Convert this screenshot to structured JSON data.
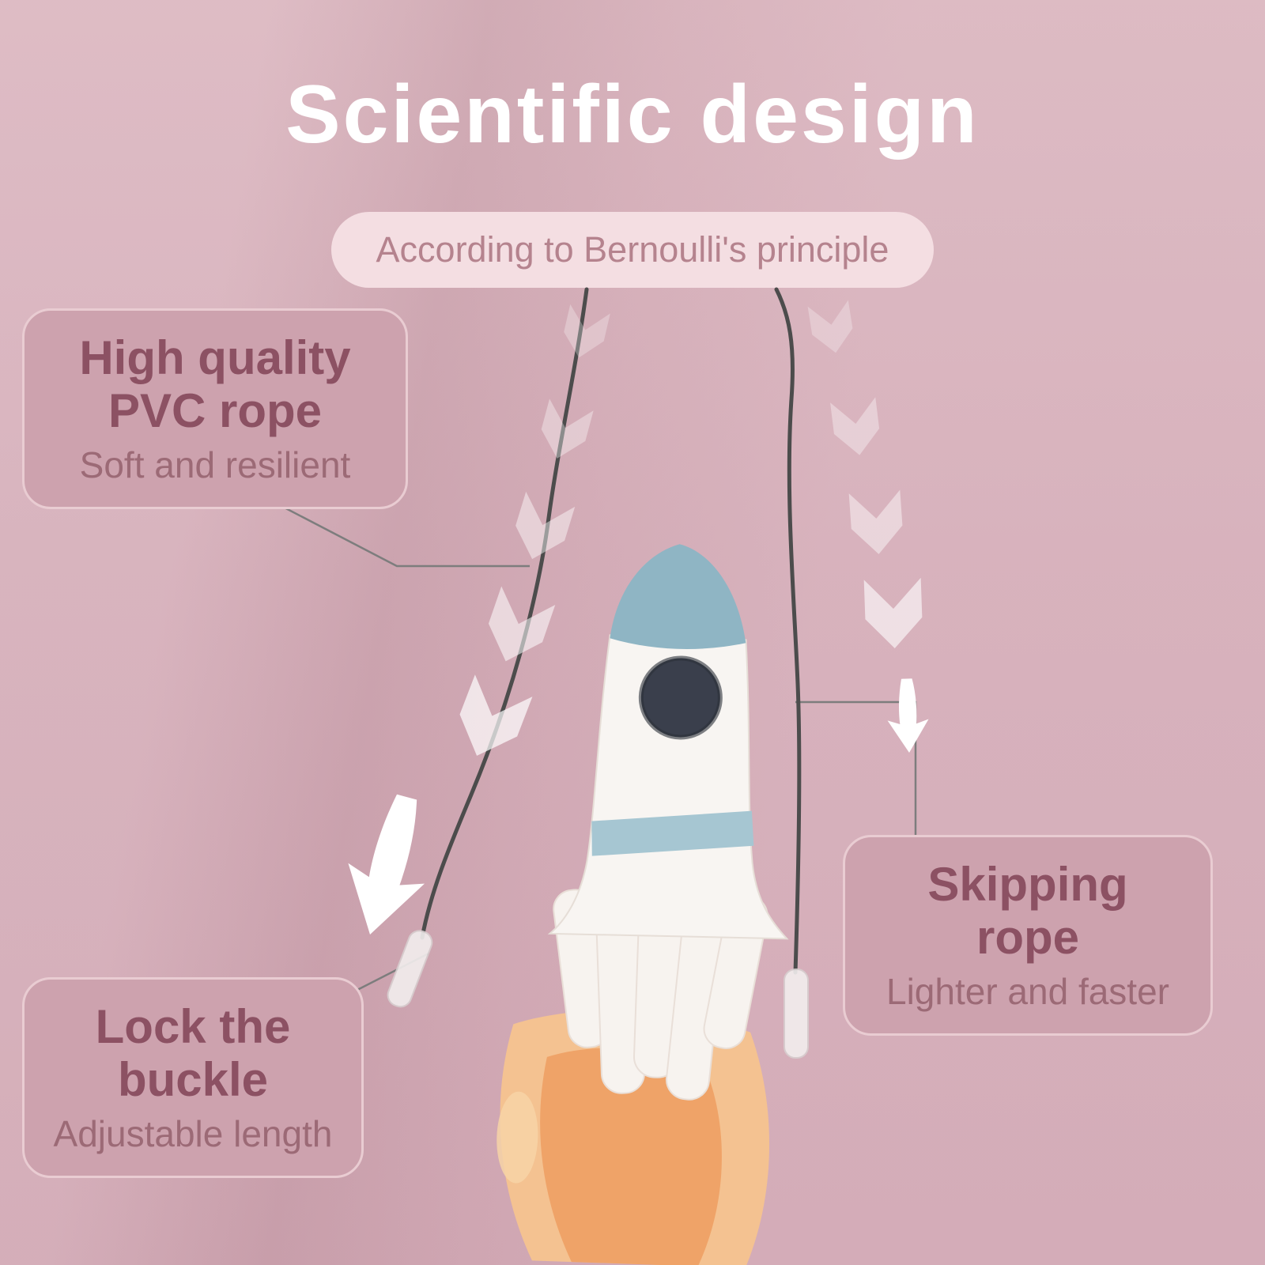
{
  "title": "Scientific design",
  "banner": {
    "text": "According to Bernoulli's principle"
  },
  "callouts": {
    "pvc_rope": {
      "heading": "High quality\nPVC rope",
      "sub": "Soft and resilient"
    },
    "lock_buckle": {
      "heading": "Lock the\nbuckle",
      "sub": "Adjustable length"
    },
    "skipping_rope": {
      "heading": "Skipping\nrope",
      "sub": "Lighter and faster"
    }
  },
  "colors": {
    "background": "#d6b0ba",
    "banner_bg": "#f4dee2",
    "banner_text": "#b5838e",
    "callout_bg": "#cda2ae",
    "callout_border": "#e9ccd2",
    "heading_text": "#8c5163",
    "sub_text": "#9c6a76",
    "title_text": "#ffffff",
    "rope": "#4c4c4c",
    "arrow": "#ffffff",
    "rocket_nose": "#8fb5c4",
    "rocket_body": "#f8f5f2",
    "rocket_stripe": "#a6c6d2",
    "rocket_window": "#3a3f4c",
    "flame": "#efa368"
  }
}
